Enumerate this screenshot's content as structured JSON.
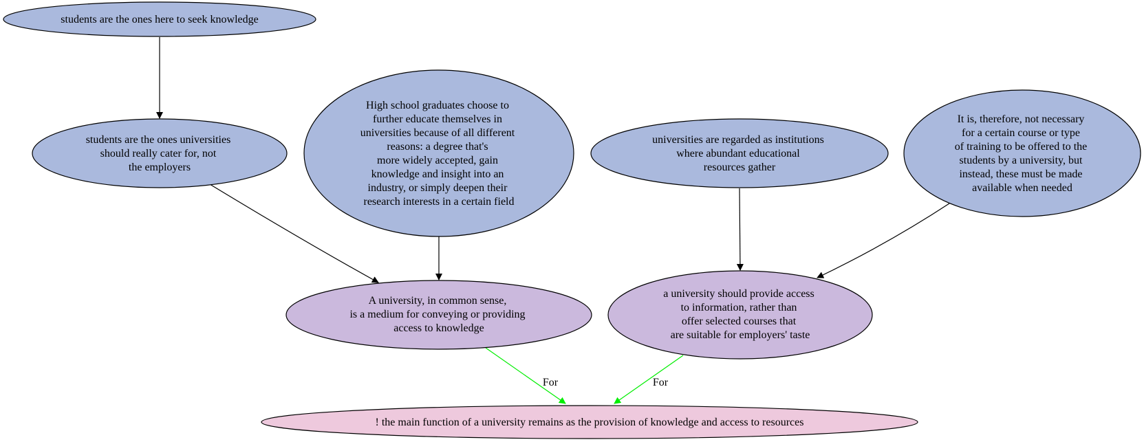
{
  "diagram": {
    "colors": {
      "premise_fill": "#aab9dd",
      "subclaim_fill": "#cbb9dd",
      "conclusion_fill": "#eec9dd",
      "stroke": "#000000",
      "support_edge": "#000000",
      "for_edge": "#00ee00"
    },
    "nodes": {
      "seek_knowledge": {
        "lines": [
          "students are the ones here to seek knowledge"
        ]
      },
      "cater_students": {
        "lines": [
          "students are the ones universities",
          "should really cater for, not",
          "the employers"
        ]
      },
      "graduates_reasons": {
        "lines": [
          "High school graduates choose to",
          "further educate themselves in",
          "universities because of all different",
          "reasons: a degree that's",
          "more widely accepted, gain",
          "knowledge and insight into an",
          "industry, or simply deepen their",
          "research interests in a certain field"
        ]
      },
      "institutions_resources": {
        "lines": [
          "universities are regarded as institutions",
          "where abundant educational",
          "resources gather"
        ]
      },
      "not_necessary": {
        "lines": [
          "It is, therefore, not necessary",
          "for a certain course or type",
          "of training to be offered to the",
          "students by a university, but",
          "instead, these must be made",
          "available when needed"
        ]
      },
      "medium_knowledge": {
        "lines": [
          "A university, in common sense,",
          "is a medium for conveying or providing",
          "access to knowledge"
        ]
      },
      "provide_access": {
        "lines": [
          "a university should provide access",
          "to information, rather than",
          "offer selected courses that",
          "are suitable for employers' taste"
        ]
      },
      "main_function": {
        "lines": [
          "! the main function of a university remains as the provision of knowledge and access to resources"
        ]
      }
    },
    "edge_labels": {
      "for_left": "For",
      "for_right": "For"
    }
  }
}
